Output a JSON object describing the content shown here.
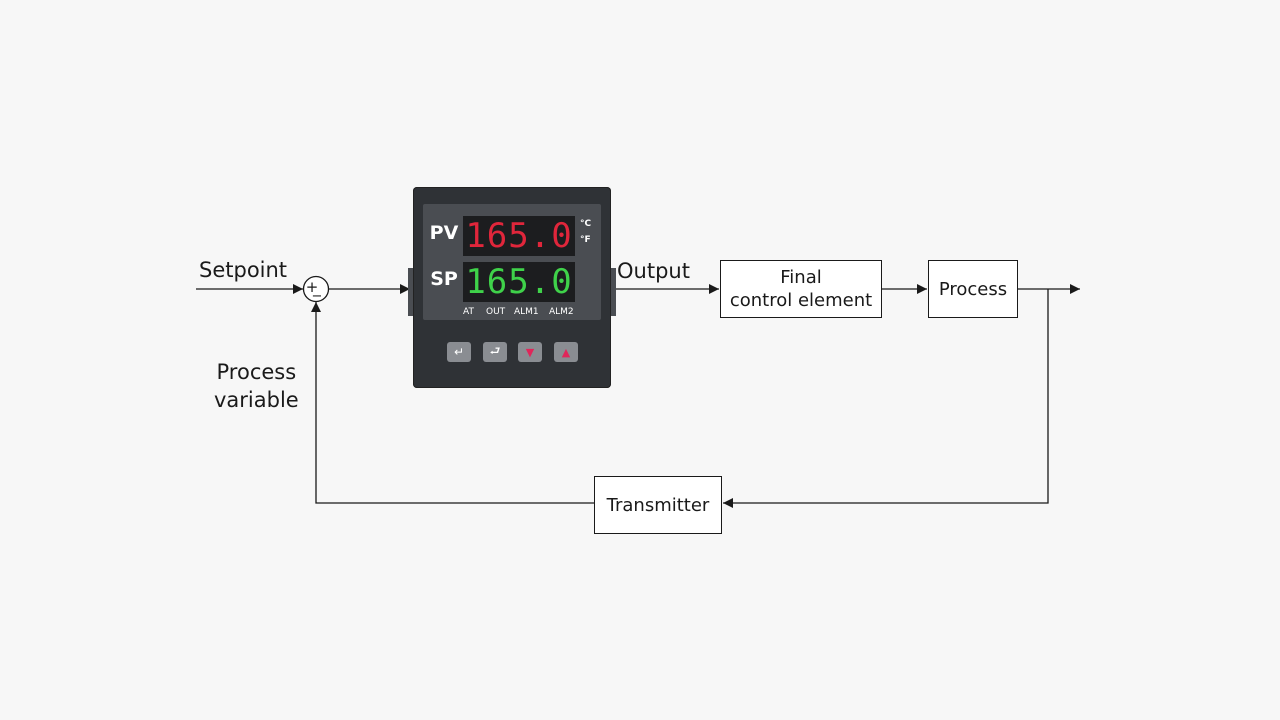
{
  "labels": {
    "setpoint": "Setpoint",
    "output": "Output",
    "process_variable_line1": "Process",
    "process_variable_line2": "variable",
    "sum_plus": "+",
    "sum_minus": "−"
  },
  "blocks": {
    "final_control_line1": "Final",
    "final_control_line2": "control element",
    "process": "Process",
    "transmitter": "Transmitter"
  },
  "controller": {
    "pv_label": "PV",
    "sp_label": "SP",
    "pv_value": "165.0",
    "sp_value": "165.0",
    "unit_c": "°C",
    "unit_f": "°F",
    "indicators": [
      "AT",
      "OUT",
      "ALM1",
      "ALM2"
    ],
    "buttons": [
      "enter-icon",
      "return-icon",
      "down-arrow-icon",
      "up-arrow-icon"
    ]
  },
  "colors": {
    "pv_display": "#e0263b",
    "sp_display": "#3fd24a",
    "housing": "#2f3236",
    "line": "#1a1a1a"
  }
}
